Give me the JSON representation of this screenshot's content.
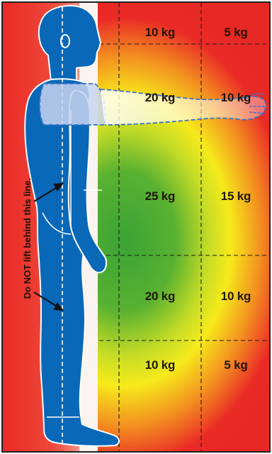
{
  "diagram": {
    "zones": [
      {
        "row": "head",
        "near": "10 kg",
        "far": "5 kg"
      },
      {
        "row": "shoulder",
        "near": "20 kg",
        "far": "10 kg"
      },
      {
        "row": "waist",
        "near": "25 kg",
        "far": "15 kg"
      },
      {
        "row": "knee",
        "near": "20 kg",
        "far": "10 kg"
      },
      {
        "row": "shin",
        "near": "10 kg",
        "far": "5 kg"
      }
    ],
    "warning": "Do NOT lift behind this line.",
    "colors": {
      "red": "#ea2a26",
      "orange": "#f39120",
      "yellow": "#f5ea1c",
      "green": "#3ba437",
      "body": "#0a68b8",
      "outline": "#3a72c6"
    }
  }
}
